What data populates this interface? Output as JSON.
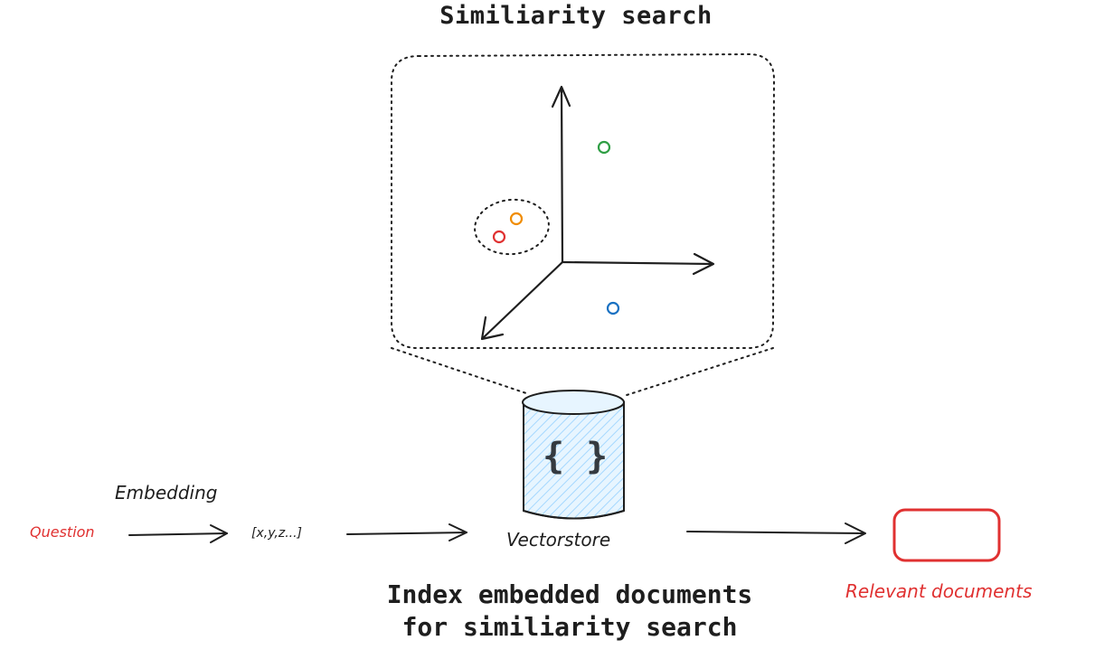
{
  "title": "Similiarity search",
  "caption": {
    "line1": "Index embedded documents",
    "line2": "for similiarity search"
  },
  "labels": {
    "embedding": "Embedding",
    "question": "Question",
    "vector": "[x,y,z...]",
    "vectorstore": "Vectorstore",
    "relevant_documents": "Relevant documents",
    "store_icon_glyph": "{ }"
  },
  "colors": {
    "ink": "#1e1e1e",
    "red": "#e03131",
    "orange": "#f08c00",
    "green": "#2f9e44",
    "blue": "#1971c2",
    "cylinder_fill": "#a5d8ff"
  },
  "embedding_points": [
    {
      "name": "red-point",
      "color": "red"
    },
    {
      "name": "orange-point",
      "color": "orange"
    },
    {
      "name": "green-point",
      "color": "green"
    },
    {
      "name": "blue-point",
      "color": "blue"
    }
  ]
}
